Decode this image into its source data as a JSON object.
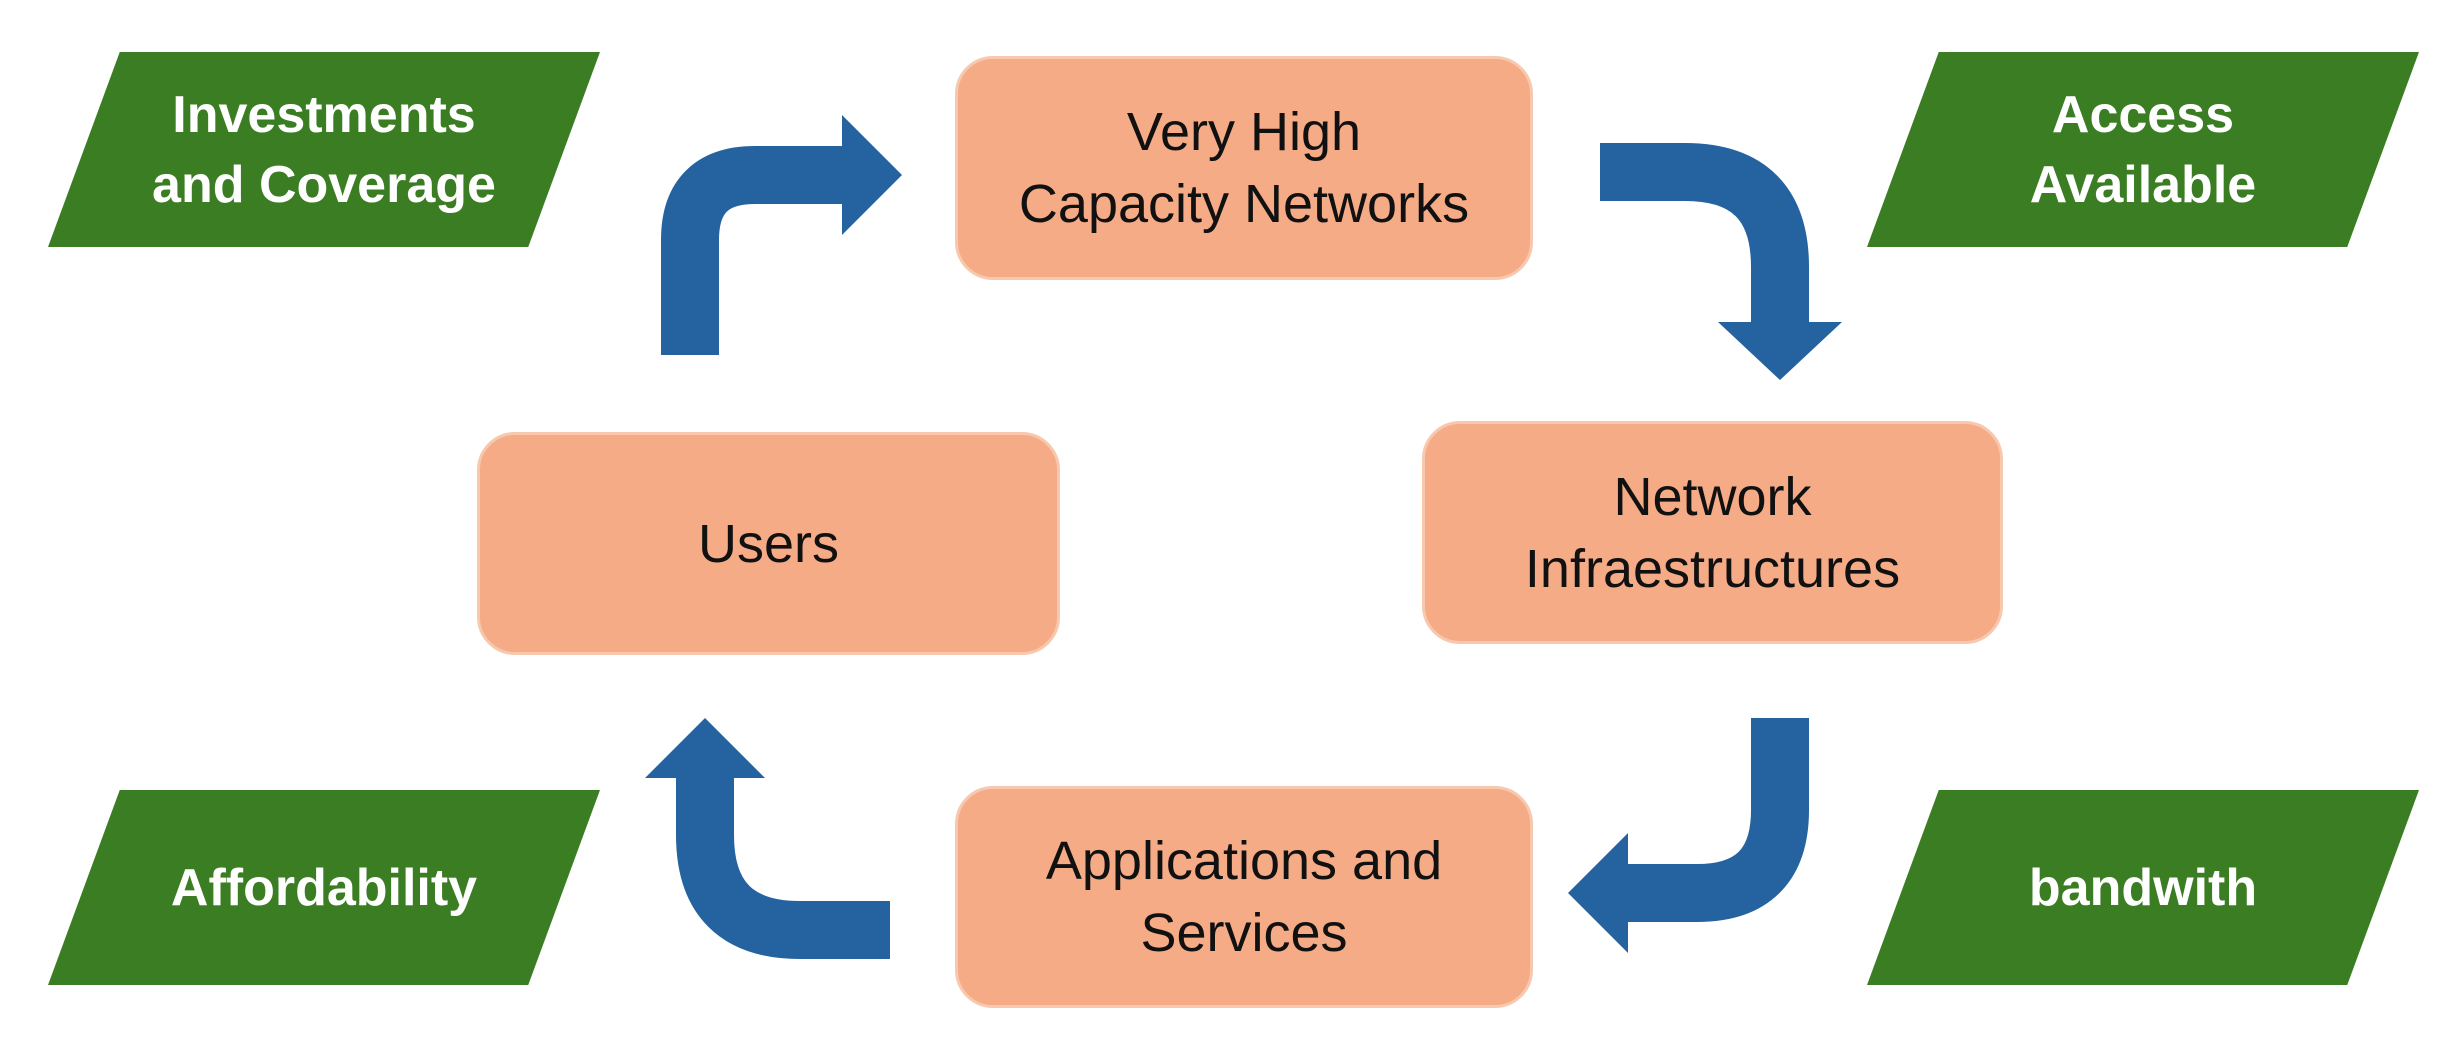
{
  "nodes": {
    "top": "Very High\nCapacity Networks",
    "right": "Network\nInfraestructures",
    "bottom": "Applications and\nServices",
    "left": "Users"
  },
  "tags": {
    "top_left": "Investments\nand Coverage",
    "top_right": "Access\nAvailable",
    "bottom_left": "Affordability",
    "bottom_right": "bandwith"
  },
  "colors": {
    "node_fill": "#f4ab86",
    "tag_fill": "#3b7d23",
    "arrow": "#2563a0"
  }
}
